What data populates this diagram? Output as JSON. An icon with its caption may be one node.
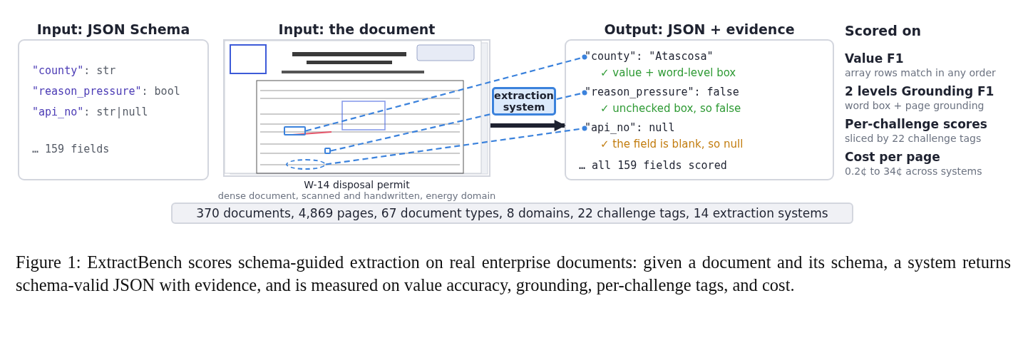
{
  "diagram": {
    "caption": "Figure 1: ExtractBench scores schema-guided extraction on real enterprise documents: given a document and its schema, a system returns schema-valid JSON with evidence, and is measured on value accuracy, grounding, per-challenge tags, and cost.",
    "nodes": [
      {
        "text": [
          "Input: JSON Schema",
          "\"county\": str",
          "\"reason_pressure\": bool",
          "\"api_no\": str|null",
          "… 159 fields"
        ]
      },
      {
        "text": [
          "Input: the document"
        ],
        "beside": [
          "W-14 disposal permit",
          "dense document, scanned and handwritten, energy domain"
        ]
      },
      {
        "text": [],
        "shape": "box",
        "in": 1
      },
      {
        "text": [],
        "shape": "box",
        "in": 1
      },
      {
        "text": [],
        "shape": "ellipse",
        "in": 1
      },
      {
        "text": [
          "extraction system"
        ]
      },
      {
        "text": [
          "Output: JSON + evidence",
          "… all 159 fields scored"
        ]
      },
      {
        "text": [
          "\"county\": \"Atascosa\"",
          "✓ value + word-level box"
        ],
        "in": 6
      },
      {
        "text": [
          "\"reason_pressure\": false",
          "✓ unchecked box, so false"
        ],
        "in": 6
      },
      {
        "text": [
          "\"api_no\": null",
          "✓ the field is blank, so null"
        ],
        "in": 6
      },
      {
        "text": [
          "370 documents, 4,869 pages, 67 document types, 8 domains, 22 challenge tags, 14 extraction systems"
        ]
      }
    ],
    "edges": [
      {
        "from": 2,
        "to": 7,
        "arrow": "other",
        "style": "dashed",
        "color": "#3b82dc"
      },
      {
        "from": 3,
        "to": 8,
        "arrow": "other",
        "style": "dashed",
        "color": "#3b82dc"
      },
      {
        "from": 4,
        "to": 9,
        "arrow": "other",
        "style": "dashed",
        "color": "#3b82dc"
      },
      {
        "from": 1,
        "to": 6,
        "arrow": "to",
        "style": "thick",
        "color": "#1e2230"
      }
    ],
    "labels": [
      "Scored on",
      "Value F1",
      "array rows match in any order",
      "2 levels Grounding F1",
      "word box + page grounding",
      "Per-challenge scores",
      "sliced by 22 challenge tags",
      "Cost per page",
      "0.2¢ to 34¢ across systems"
    ]
  }
}
